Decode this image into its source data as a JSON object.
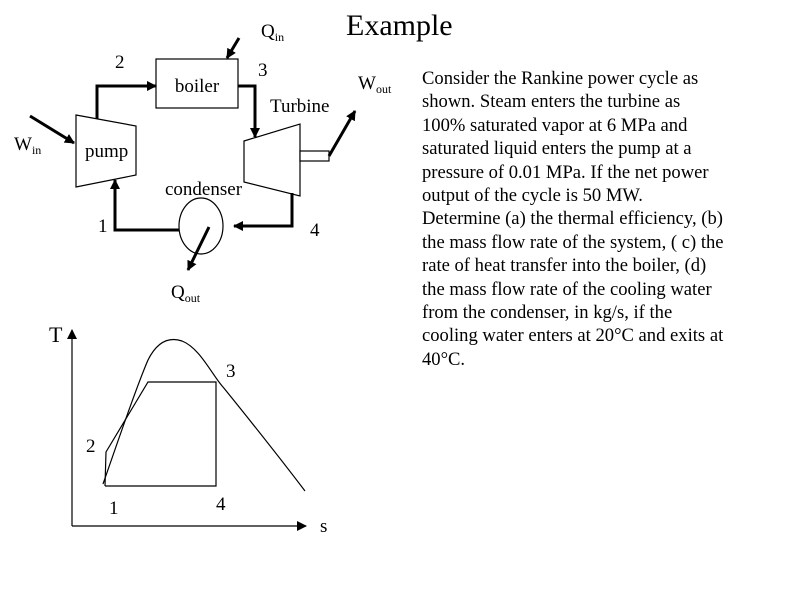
{
  "title": "Example",
  "cycle_diagram": {
    "components": {
      "boiler": "boiler",
      "turbine": "Turbine",
      "pump": "pump",
      "condenser": "condenser"
    },
    "state_points": [
      "1",
      "2",
      "3",
      "4"
    ],
    "energy_flows": {
      "q_in": {
        "symbol": "Q",
        "subscript": "in"
      },
      "w_out": {
        "symbol": "W",
        "subscript": "out"
      },
      "w_in": {
        "symbol": "W",
        "subscript": "in"
      },
      "q_out": {
        "symbol": "Q",
        "subscript": "out"
      }
    }
  },
  "ts_diagram": {
    "y_axis_label": "T",
    "x_axis_label": "s",
    "state_points": [
      "1",
      "2",
      "3",
      "4"
    ]
  },
  "problem": {
    "lines": [
      "Consider the Rankine power cycle as",
      "shown.  Steam enters the turbine as",
      "100% saturated vapor at 6 MPa and",
      "saturated liquid enters the pump at a",
      "pressure of 0.01 MPa.  If the net power",
      "output of the cycle is 50 MW.",
      "Determine (a) the thermal efficiency, (b)",
      "the mass flow rate of the system, ( c) the",
      "rate of heat transfer into the boiler, (d)",
      "the mass flow rate of the cooling water",
      "from the condenser, in kg/s, if the",
      "cooling water enters at 20°C and exits at",
      "40°C."
    ]
  }
}
